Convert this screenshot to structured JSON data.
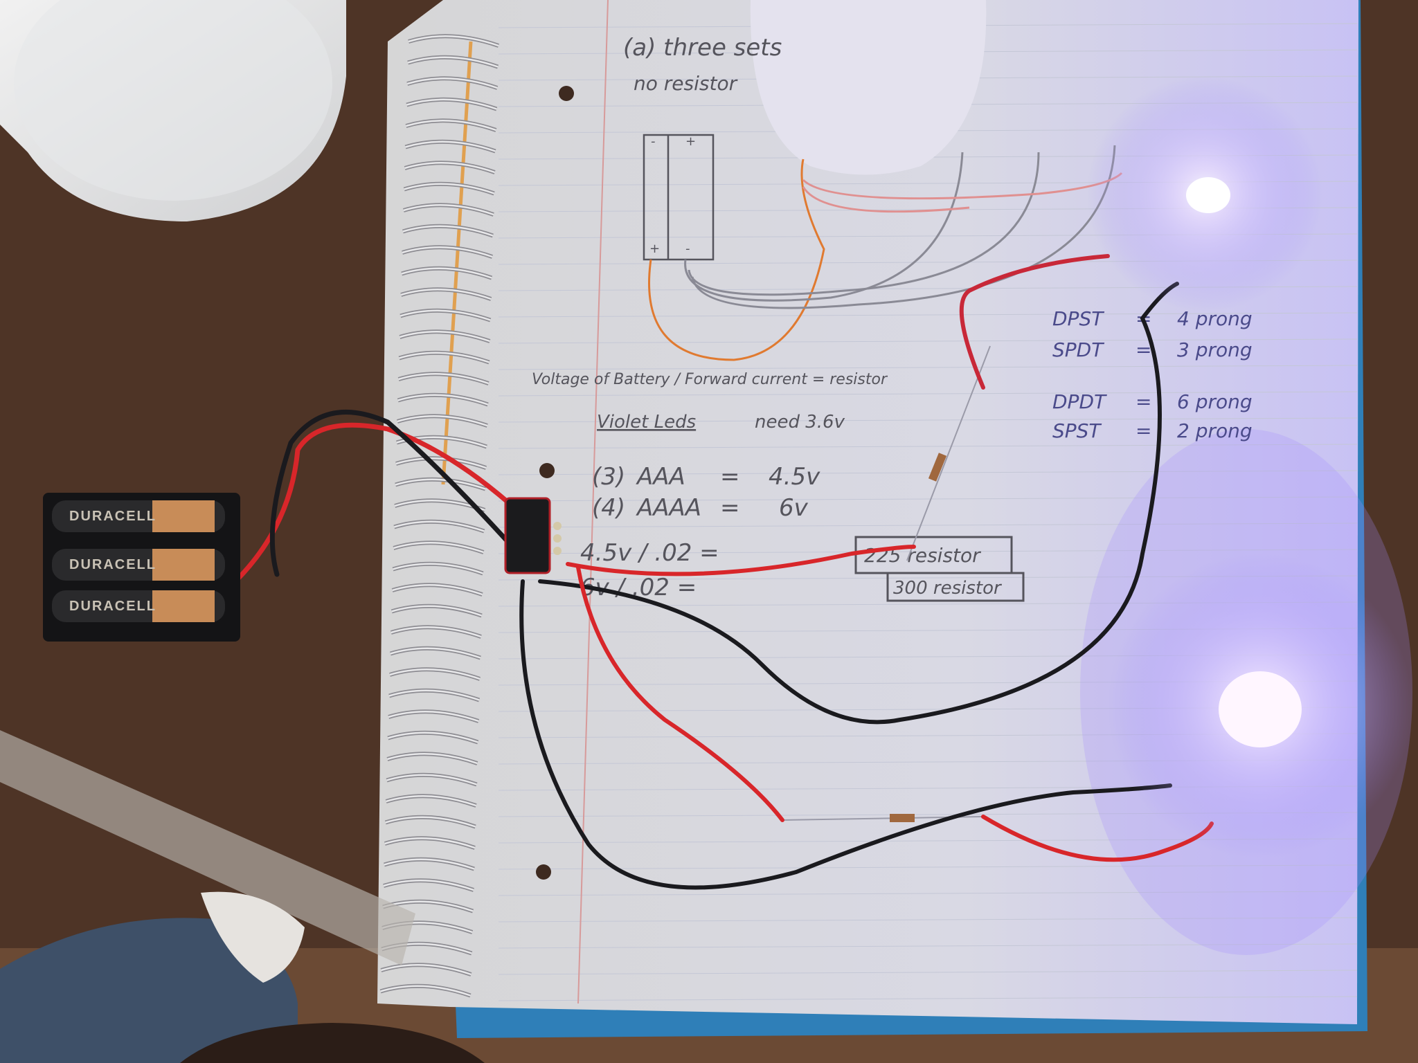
{
  "notebook": {
    "top_note": [
      "(a) three sets",
      "no resistor"
    ],
    "formula": "Voltage of Battery / Forward current = resistor",
    "violet_leds": "Violet Leds",
    "violet_need": "need 3.6v",
    "battery_rows": [
      {
        "count": "(3)",
        "type": "AAA",
        "eq": "=",
        "volts": "4.5v"
      },
      {
        "count": "(4)",
        "type": "AAAA",
        "eq": "=",
        "volts": "6v"
      }
    ],
    "calc_rows": [
      {
        "expr": "4.5v / .02 =",
        "result": "225 resistor"
      },
      {
        "expr": "6v / .02 =",
        "result": "300 resistor"
      }
    ],
    "switch_notes": [
      {
        "type": "DPST",
        "eq": "=",
        "prongs": "4 prong"
      },
      {
        "type": "SPDT",
        "eq": "=",
        "prongs": "3 prong"
      },
      {
        "type": "DPDT",
        "eq": "=",
        "prongs": "6 prong"
      },
      {
        "type": "SPST",
        "eq": "=",
        "prongs": "2 prong"
      }
    ],
    "battery_labels": [
      "+",
      "+",
      "-",
      "-"
    ]
  },
  "battery_pack": {
    "brand": [
      "DURACELL",
      "DURACELL",
      "DURACELL"
    ]
  },
  "colors": {
    "table": "#4e3426",
    "paper": "#dcdde2",
    "led_glow": "#c9b8ff",
    "wire_red": "#d8262a",
    "wire_black": "#1a1a1e"
  }
}
